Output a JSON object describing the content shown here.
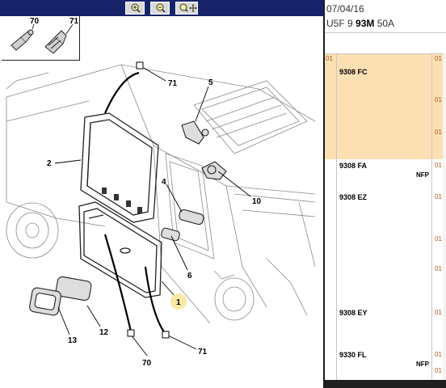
{
  "toolbar": {
    "buttons": [
      {
        "name": "zoom-in",
        "icon": "magnifier-plus-icon"
      },
      {
        "name": "zoom-out",
        "icon": "magnifier-minus-icon"
      },
      {
        "name": "zoom-pan",
        "icon": "magnifier-move-icon"
      }
    ]
  },
  "colors": {
    "toolbar_bg": "#16236b",
    "selected_row": "#fce0b4",
    "index_text": "#b0541a"
  },
  "inset": {
    "callouts": [
      "70",
      "71"
    ]
  },
  "diagram": {
    "callouts": [
      "71",
      "5",
      "2",
      "4",
      "10",
      "6",
      "1",
      "12",
      "13",
      "70",
      "71"
    ]
  },
  "header": {
    "date": "07/04/16",
    "model_prefix": "U5F 9 ",
    "model_bold": "93M",
    "model_suffix": " 50A"
  },
  "parts": {
    "section_index": "01",
    "rows": [
      {
        "ref": "9308 FC",
        "quantities": [
          "01",
          "01",
          "01"
        ],
        "nfp": "",
        "selected": true
      },
      {
        "ref": "9308 FA",
        "quantities": [
          "01"
        ],
        "nfp": "NFP",
        "selected": false
      },
      {
        "ref": "9308 EZ",
        "quantities": [
          "01",
          "01",
          "01"
        ],
        "nfp": "",
        "selected": false
      },
      {
        "ref": "9308 EY",
        "quantities": [
          "01"
        ],
        "nfp": "",
        "selected": false
      },
      {
        "ref": "9330 FL",
        "quantities": [
          "01",
          "01"
        ],
        "nfp": "NFP",
        "selected": false
      }
    ]
  }
}
